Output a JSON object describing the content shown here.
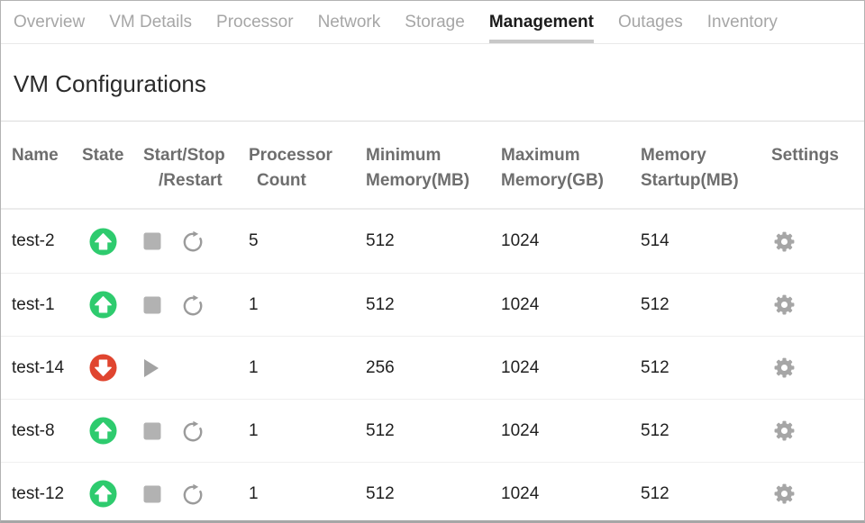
{
  "tabs": {
    "items": [
      {
        "label": "Overview",
        "active": false
      },
      {
        "label": "VM Details",
        "active": false
      },
      {
        "label": "Processor",
        "active": false
      },
      {
        "label": "Network",
        "active": false
      },
      {
        "label": "Storage",
        "active": false
      },
      {
        "label": "Management",
        "active": true
      },
      {
        "label": "Outages",
        "active": false
      },
      {
        "label": "Inventory",
        "active": false
      }
    ]
  },
  "section": {
    "title": "VM Configurations"
  },
  "table": {
    "headers": [
      {
        "line1": "Name",
        "line2": ""
      },
      {
        "line1": "State",
        "line2": ""
      },
      {
        "line1": "Start/Stop",
        "line2": "/Restart"
      },
      {
        "line1": "Processor",
        "line2": "Count"
      },
      {
        "line1": "Minimum",
        "line2": "Memory(MB)"
      },
      {
        "line1": "Maximum",
        "line2": "Memory(GB)"
      },
      {
        "line1": "Memory",
        "line2": "Startup(MB)"
      },
      {
        "line1": "Settings",
        "line2": ""
      }
    ],
    "rows": [
      {
        "name": "test-2",
        "state": "up",
        "actions": [
          "stop",
          "restart"
        ],
        "processor_count": "5",
        "minimum_memory_mb": "512",
        "maximum_memory_gb": "1024",
        "memory_startup_mb": "514",
        "settings": "gear"
      },
      {
        "name": "test-1",
        "state": "up",
        "actions": [
          "stop",
          "restart"
        ],
        "processor_count": "1",
        "minimum_memory_mb": "512",
        "maximum_memory_gb": "1024",
        "memory_startup_mb": "512",
        "settings": "gear"
      },
      {
        "name": "test-14",
        "state": "down",
        "actions": [
          "start"
        ],
        "processor_count": "1",
        "minimum_memory_mb": "256",
        "maximum_memory_gb": "1024",
        "memory_startup_mb": "512",
        "settings": "gear"
      },
      {
        "name": "test-8",
        "state": "up",
        "actions": [
          "stop",
          "restart"
        ],
        "processor_count": "1",
        "minimum_memory_mb": "512",
        "maximum_memory_gb": "1024",
        "memory_startup_mb": "512",
        "settings": "gear"
      },
      {
        "name": "test-12",
        "state": "up",
        "actions": [
          "stop",
          "restart"
        ],
        "processor_count": "1",
        "minimum_memory_mb": "512",
        "maximum_memory_gb": "1024",
        "memory_startup_mb": "512",
        "settings": "gear"
      }
    ]
  },
  "icons": {
    "state_up": "up-arrow-circle",
    "state_down": "down-arrow-circle",
    "stop": "stop-square",
    "start": "play-triangle",
    "restart": "restart-arrow",
    "settings": "gear"
  },
  "colors": {
    "state_up": "#2ecb6e",
    "state_down": "#e0452f",
    "active_tab_underline": "#c8c8c8",
    "icon_gray": "#a6a6a6",
    "icon_gray2": "#b2b2b2"
  }
}
